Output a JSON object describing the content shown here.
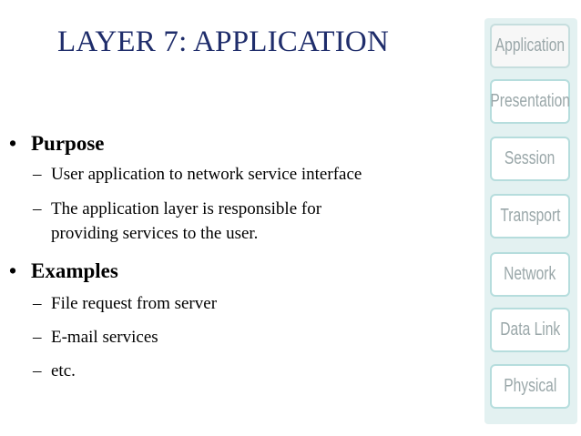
{
  "slide": {
    "title": "LAYER 7: APPLICATION",
    "bullets": [
      {
        "label": "Purpose",
        "items": [
          {
            "text": "User application to network service interface"
          },
          {
            "text": "The application layer is responsible for",
            "continuation": "providing services to the user."
          }
        ]
      },
      {
        "label": "Examples",
        "items": [
          {
            "text": "File request from server"
          },
          {
            "text": "E-mail services"
          },
          {
            "text": "etc."
          }
        ]
      }
    ],
    "bullet_symbol": "•",
    "dash_symbol": "–"
  },
  "osi_stack": {
    "layers": [
      "Application",
      "Presentation",
      "Session",
      "Transport",
      "Network",
      "Data Link",
      "Physical"
    ],
    "highlighted": "Application"
  },
  "colors": {
    "title": "#1f2d6b",
    "panel_bg": "#e3f1f1",
    "layer_border": "#b6dddd",
    "layer_text": "#9aa7a9"
  }
}
